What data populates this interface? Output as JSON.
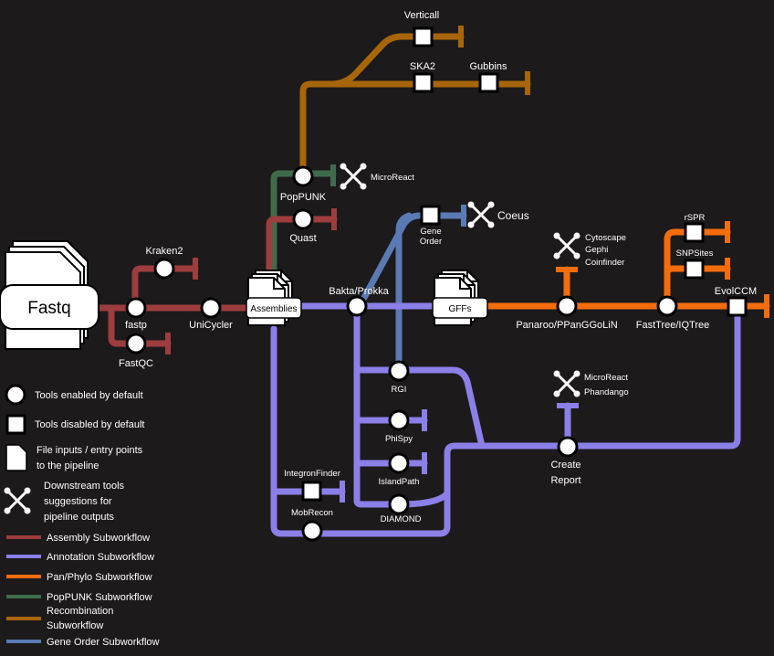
{
  "colors": {
    "background": "#1c1a1b",
    "assembly": "#9e3d3d",
    "annotation": "#8b7fe8",
    "pan_phylo": "#f46d0d",
    "poppunk": "#3f6b4c",
    "recombination": "#a8660a",
    "gene_order": "#5a7ab3"
  },
  "inputs": {
    "fastq": "Fastq",
    "assemblies": "Assemblies",
    "gffs": "GFFs"
  },
  "stations": {
    "kraken2": "Kraken2",
    "fastp": "fastp",
    "fastqc": "FastQC",
    "unicycler": "UniCycler",
    "poppunk": "PopPUNK",
    "quast": "Quast",
    "verticall": "Verticall",
    "ska2": "SKA2",
    "gubbins": "Gubbins",
    "bakta_prokka": "Bakta/Prokka",
    "gene_order_line1": "Gene",
    "gene_order_line2": "Order",
    "rgi": "RGI",
    "phispy": "PhiSpy",
    "islandpath": "IslandPath",
    "diamond": "DIAMOND",
    "integronfinder": "IntegronFinder",
    "mobrecon": "MobRecon",
    "panaroo": "Panaroo/PPanGGoLiN",
    "fasttree": "FastTree/IQTree",
    "evolccm": "EvolCCM",
    "rspr": "rSPR",
    "snpsites": "SNPSites",
    "create_report_line1": "Create",
    "create_report_line2": "Report"
  },
  "downstream": {
    "microreact_top": "MicroReact",
    "coeus": "Coeus",
    "cytoscape": "Cytoscape",
    "gephi": "Gephi",
    "coinfinder": "Coinfinder",
    "microreact_report": "MicroReact",
    "phandango": "Phandango"
  },
  "legend": {
    "enabled": "Tools enabled by default",
    "disabled": "Tools disabled by default",
    "file_inputs_line1": "File inputs / entry points",
    "file_inputs_line2": "to the pipeline",
    "downstream_line1": "Downstream tools",
    "downstream_line2": "suggestions for",
    "downstream_line3": "pipeline outputs",
    "assembly": "Assembly Subworkflow",
    "annotation": "Annotation Subworkflow",
    "pan_phylo": "Pan/Phylo Subworkflow",
    "poppunk": "PopPUNK Subworkflow",
    "recombination_line1": "Recombination",
    "recombination_line2": "Subworkflow",
    "gene_order": "Gene Order Subworkflow"
  }
}
